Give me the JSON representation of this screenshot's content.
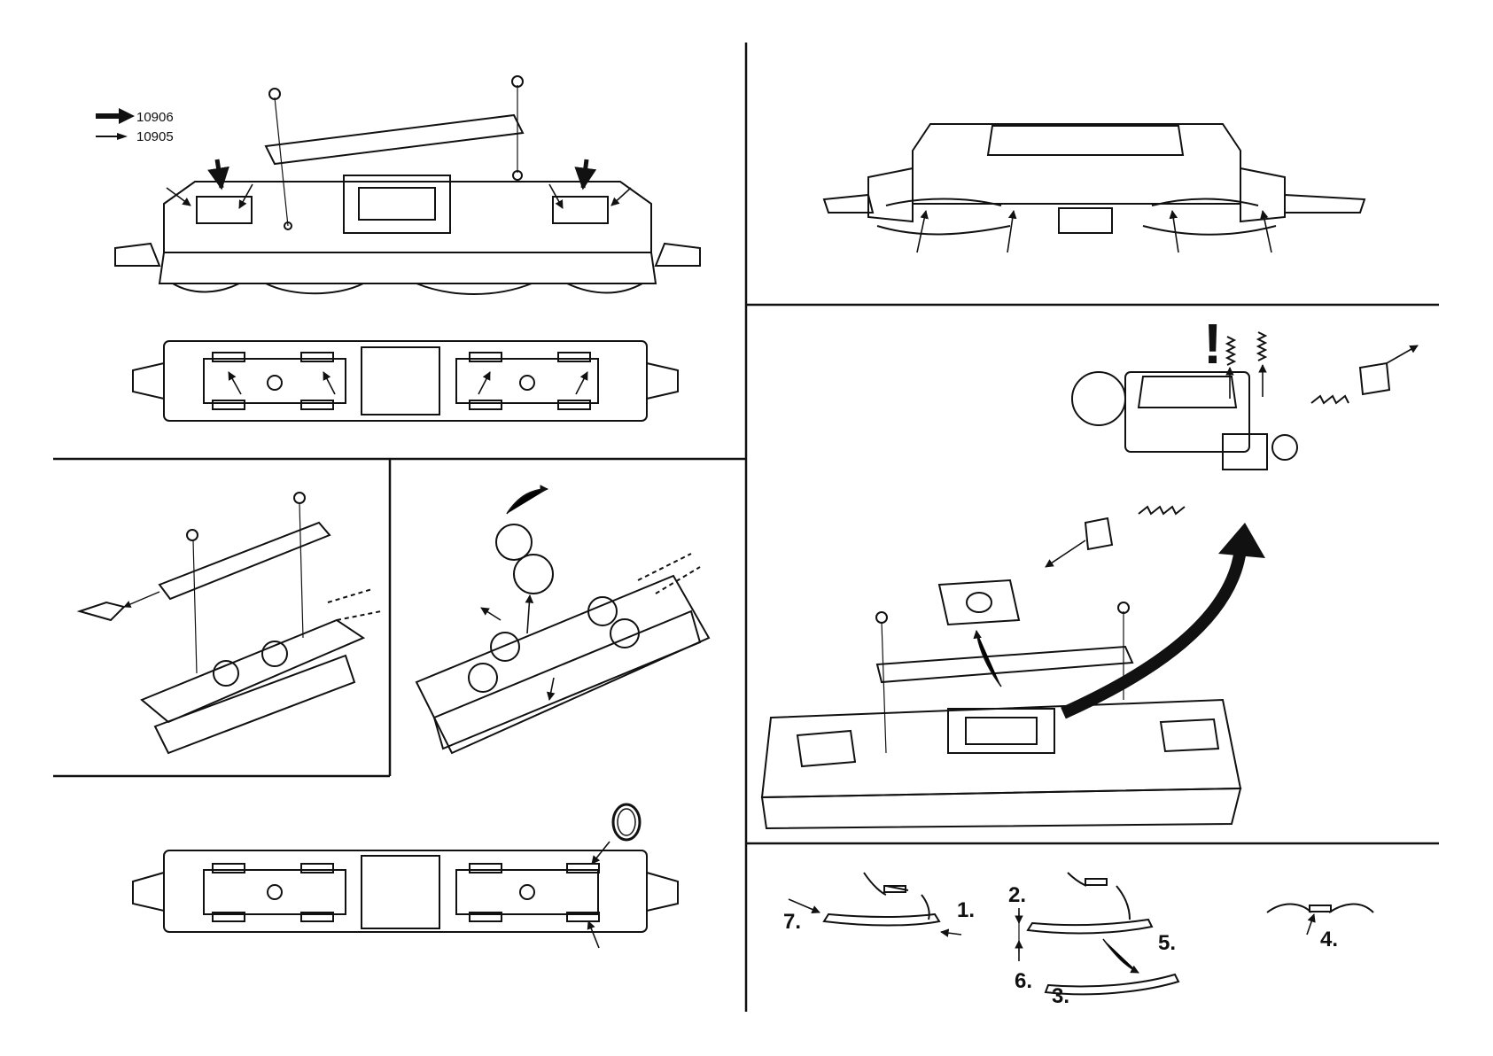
{
  "legend": {
    "bold_arrow_code": "10906",
    "thin_arrow_code": "10905"
  },
  "steps": {
    "s1": "1.",
    "s2": "2.",
    "s3": "3.",
    "s4": "4.",
    "s5": "5.",
    "s6": "6.",
    "s7": "7."
  },
  "warning_mark": "!"
}
